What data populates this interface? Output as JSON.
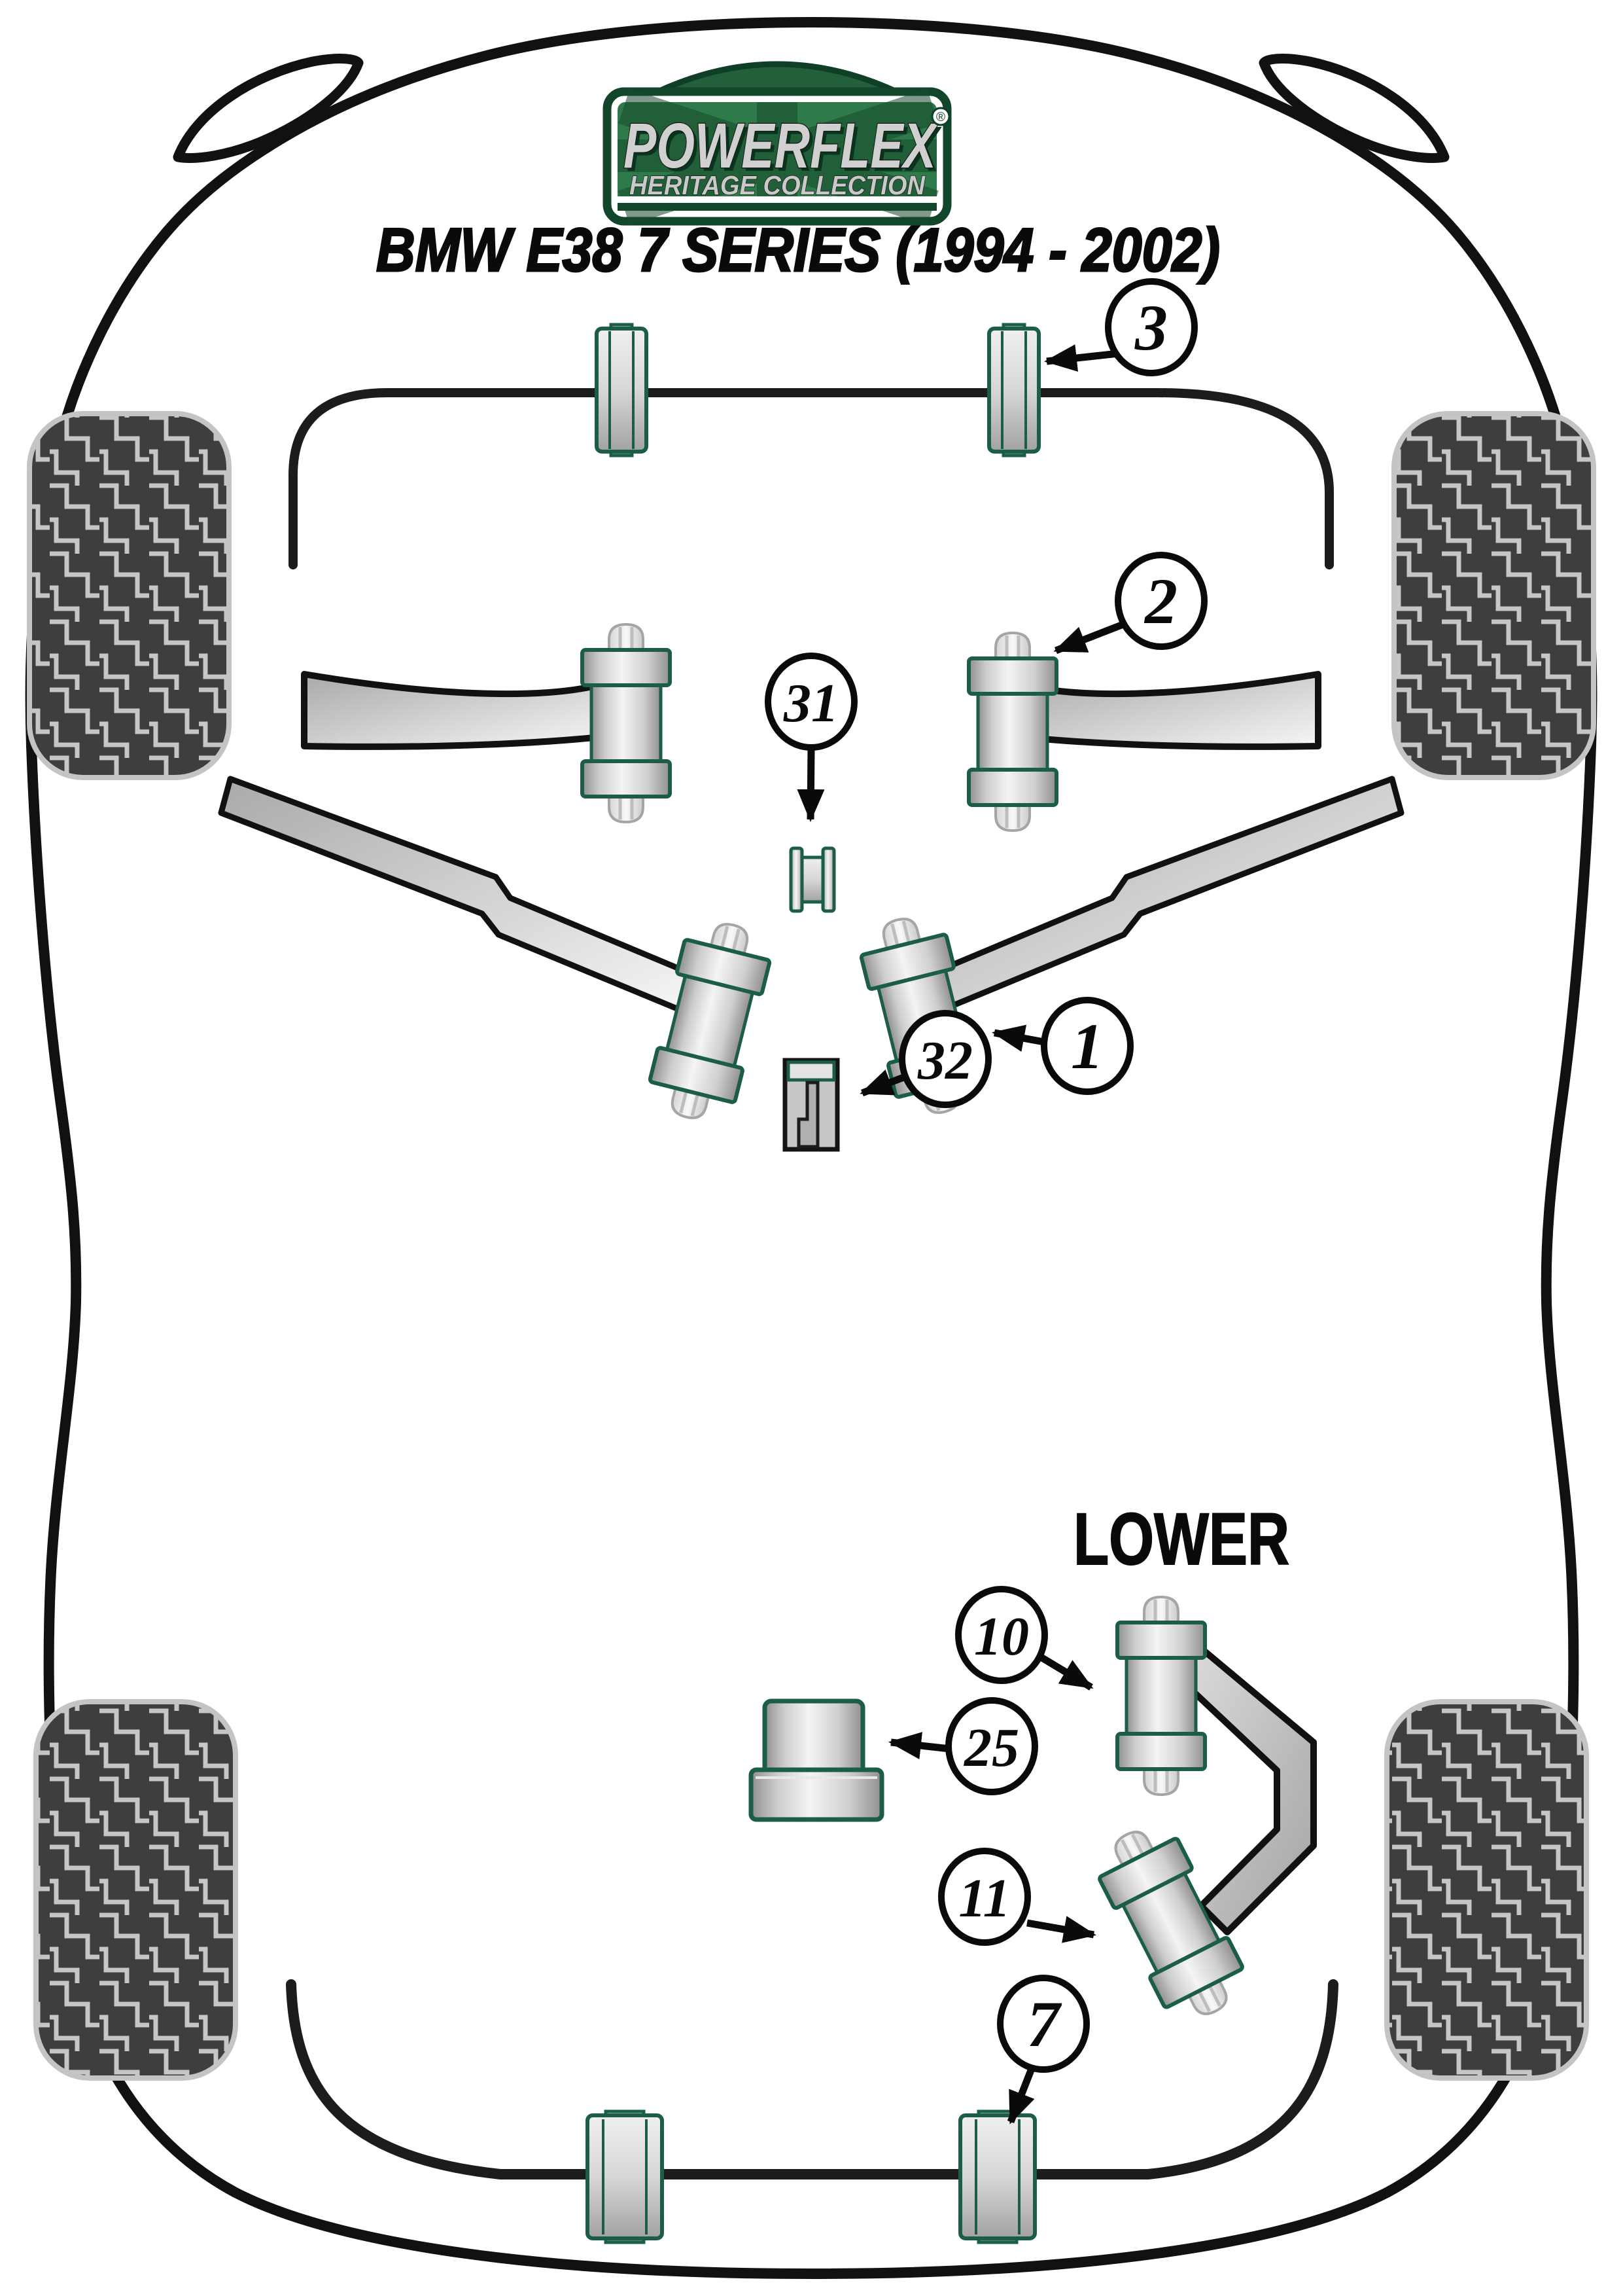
{
  "page": {
    "background": "#ffffff"
  },
  "logo": {
    "brand": "POWERFLEX",
    "collection": "HERITAGE COLLECTION",
    "registered": "®",
    "colors": {
      "plate_green": "#2e7a4a",
      "dark_green": "#12462b",
      "jack_stripe_green": "#1f5c3a",
      "text_silver": "#cfcfcf"
    }
  },
  "title": "BMW E38 7 SERIES (1994 - 2002)",
  "diagram": {
    "section_label": "LOWER",
    "callouts": [
      {
        "label": "3"
      },
      {
        "label": "2"
      },
      {
        "label": "31"
      },
      {
        "label": "1"
      },
      {
        "label": "32"
      },
      {
        "label": "10"
      },
      {
        "label": "25"
      },
      {
        "label": "11"
      },
      {
        "label": "7"
      }
    ],
    "colors": {
      "part_outline_green": "#1b5e45",
      "metal_light": "#f2f2f2",
      "metal_dark": "#8f8f8f",
      "outline_black": "#111111",
      "wheel_dark": "#3e3e3e",
      "wheel_light": "#c6c6c6"
    }
  }
}
